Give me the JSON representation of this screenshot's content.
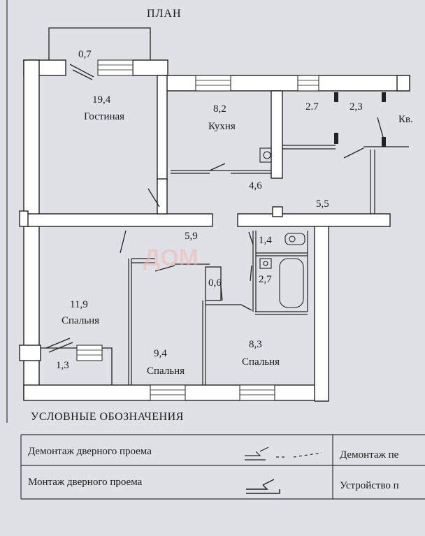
{
  "plan": {
    "title": "ПЛАН",
    "apartment_label": "Кв.",
    "rooms": [
      {
        "id": "balcony-top",
        "area": "0,7",
        "name": ""
      },
      {
        "id": "living",
        "area": "19,4",
        "name": "Гостиная"
      },
      {
        "id": "kitchen",
        "area": "8,2",
        "name": "Кухня"
      },
      {
        "id": "closet-a",
        "area": "2.7",
        "name": ""
      },
      {
        "id": "closet-b",
        "area": "2,3",
        "name": ""
      },
      {
        "id": "kitchen-hall",
        "area": "4,6",
        "name": ""
      },
      {
        "id": "hall",
        "area": "5,5",
        "name": ""
      },
      {
        "id": "corridor",
        "area": "5,9",
        "name": ""
      },
      {
        "id": "wc",
        "area": "1,4",
        "name": ""
      },
      {
        "id": "pantry",
        "area": "0,6",
        "name": ""
      },
      {
        "id": "bathroom",
        "area": "2,7",
        "name": ""
      },
      {
        "id": "bedroom-1",
        "area": "11,9",
        "name": "Спальня"
      },
      {
        "id": "balcony-bottom",
        "area": "1,3",
        "name": ""
      },
      {
        "id": "bedroom-2",
        "area": "9,4",
        "name": "Спальня"
      },
      {
        "id": "bedroom-3",
        "area": "8,3",
        "name": "Спальня"
      }
    ]
  },
  "watermark": "ДОМ",
  "legend": {
    "heading": "УСЛОВНЫЕ ОБОЗНАЧЕНИЯ",
    "rows": [
      {
        "left": "Демонтаж дверного проема",
        "right": "Демонтаж пе"
      },
      {
        "left": "Монтаж дверного проема",
        "right": "Устройство п"
      }
    ]
  }
}
